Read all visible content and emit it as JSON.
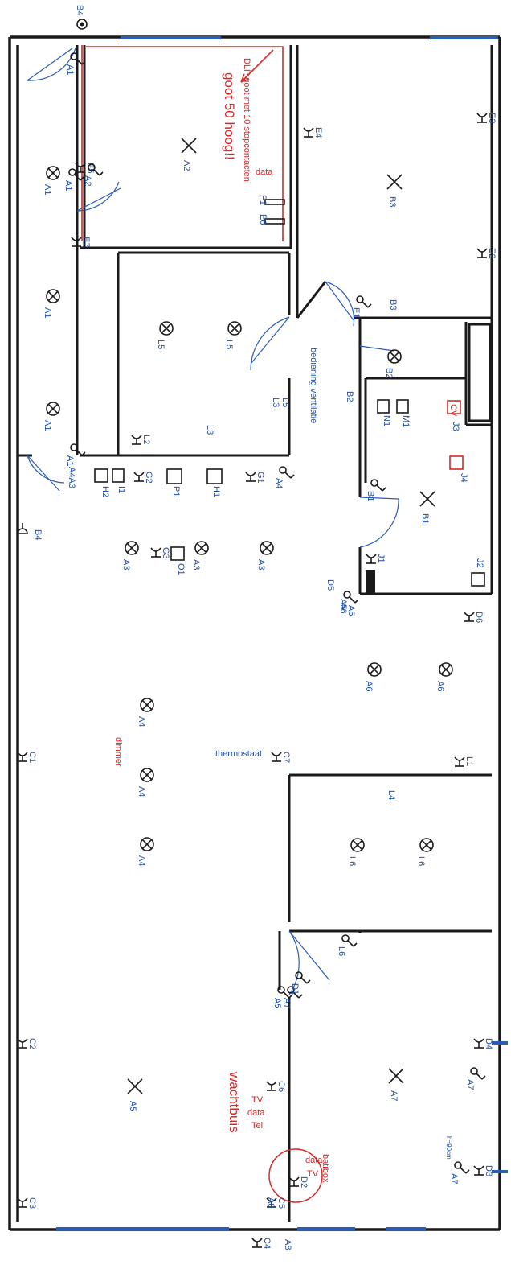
{
  "notes": {
    "dlp_line1": "DLP goot met 10 stopcontacten",
    "dlp_line2": "goot 50 hoog!!",
    "bediening": "bediening ventilatie",
    "dimmer": "dimmer",
    "thermostaat": "thermostaat",
    "wachtbuis": "wachtbuis",
    "batibox": "batibox",
    "height": "h=90cm",
    "data": "data",
    "tv": "TV",
    "tel": "Tel",
    "cv": "CV"
  },
  "lights": [
    {
      "id": "l_a1a",
      "label": "A1"
    },
    {
      "id": "l_a1b",
      "label": "A1"
    },
    {
      "id": "l_a1c",
      "label": "A1"
    },
    {
      "id": "l_l5a",
      "label": "L5"
    },
    {
      "id": "l_l5b",
      "label": "L5"
    },
    {
      "id": "l_b2",
      "label": "B2"
    },
    {
      "id": "l_a3a",
      "label": "A3"
    },
    {
      "id": "l_a3b",
      "label": "A3"
    },
    {
      "id": "l_a3c",
      "label": "A3"
    },
    {
      "id": "l_a6a",
      "label": "A6"
    },
    {
      "id": "l_a6b",
      "label": "A6"
    },
    {
      "id": "l_a4a",
      "label": "A4"
    },
    {
      "id": "l_a4b",
      "label": "A4"
    },
    {
      "id": "l_a4c",
      "label": "A4"
    },
    {
      "id": "l_l6a",
      "label": "L6"
    },
    {
      "id": "l_l6b",
      "label": "L6"
    }
  ],
  "crosses": [
    {
      "id": "x_a2",
      "label": "A2"
    },
    {
      "id": "x_b3",
      "label": "B3"
    },
    {
      "id": "x_b1",
      "label": "B1"
    },
    {
      "id": "x_a7",
      "label": "A7"
    },
    {
      "id": "x_a5",
      "label": "A5"
    }
  ],
  "outlets": [
    {
      "id": "o_e4",
      "label": "E4"
    },
    {
      "id": "o_e3",
      "label": "E3"
    },
    {
      "id": "o_e2",
      "label": "E2"
    },
    {
      "id": "o_e7",
      "label": "E7"
    },
    {
      "id": "o_e5",
      "label": "E5"
    },
    {
      "id": "o_l2",
      "label": "L2"
    },
    {
      "id": "o_g2",
      "label": "G2"
    },
    {
      "id": "o_g1",
      "label": "G1"
    },
    {
      "id": "o_g3",
      "label": "G3"
    },
    {
      "id": "o_j1",
      "label": "J1"
    },
    {
      "id": "o_d6",
      "label": "D6"
    },
    {
      "id": "o_c7",
      "label": "C7"
    },
    {
      "id": "o_l1",
      "label": "L1"
    },
    {
      "id": "o_c1",
      "label": "C1"
    },
    {
      "id": "o_c2",
      "label": "C2"
    },
    {
      "id": "o_c3",
      "label": "C3"
    },
    {
      "id": "o_d4",
      "label": "D4"
    },
    {
      "id": "o_d3",
      "label": "D3"
    },
    {
      "id": "o_c5",
      "label": "C5"
    },
    {
      "id": "o_c4",
      "label": "C4"
    },
    {
      "id": "o_c6",
      "label": "C6"
    },
    {
      "id": "o_d2",
      "label": "D2"
    }
  ],
  "switches": [
    {
      "id": "s_a1t",
      "label": "A1"
    },
    {
      "id": "s_a2",
      "label": "A2"
    },
    {
      "id": "s_a1s",
      "label": "A1"
    },
    {
      "id": "s_e1",
      "label": "E1"
    },
    {
      "id": "s_b1",
      "label": "B1"
    },
    {
      "id": "s_a4",
      "label": "A4"
    },
    {
      "id": "s_a1b",
      "label": "A1"
    },
    {
      "id": "s_a5",
      "label": "A5"
    },
    {
      "id": "s_a7a",
      "label": "A7"
    },
    {
      "id": "s_d1",
      "label": "D1"
    },
    {
      "id": "s_a7b",
      "label": "A7"
    },
    {
      "id": "s_a7c",
      "label": "A7"
    },
    {
      "id": "s_l6",
      "label": "L6"
    },
    {
      "id": "s_a6",
      "label": "A6"
    }
  ],
  "labels": {
    "b4_top": "B4",
    "b4_side": "B4",
    "b3_side": "B3",
    "b2_side": "B2",
    "f1": "F1",
    "e6": "E6",
    "l3": "L3",
    "h2": "H2",
    "i1": "I1",
    "p1": "P1",
    "h1": "H1",
    "o1": "O1",
    "n1": "N1",
    "m1": "M1",
    "j3": "J3",
    "j4": "J4",
    "j2": "J2",
    "d5": "D5",
    "l4": "L4",
    "a8a": "A8",
    "a8b": "A8",
    "l5c": "L5",
    "l3c": "L3",
    "a4a3": "A4A3",
    "a5b": "A5",
    "a6b": "A6"
  }
}
